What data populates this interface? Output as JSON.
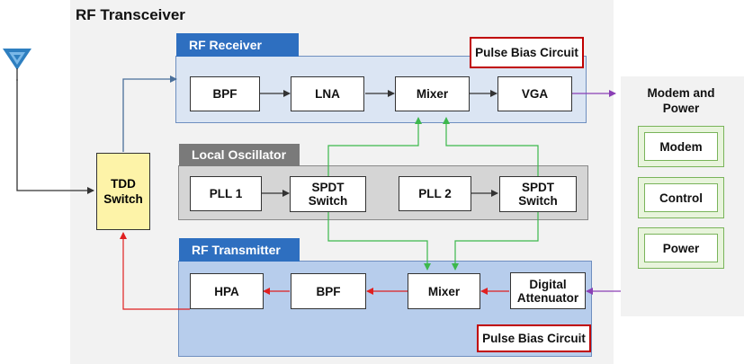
{
  "title": "RF Transceiver",
  "receiver": {
    "header": "RF Receiver",
    "pulse_bias": "Pulse Bias Circuit",
    "blocks": [
      "BPF",
      "LNA",
      "Mixer",
      "VGA"
    ]
  },
  "local_oscillator": {
    "header": "Local Oscillator",
    "pll1": "PLL 1",
    "switch1": "SPDT\nSwitch",
    "pll2": "PLL 2",
    "switch2": "SPDT\nSwitch"
  },
  "transmitter": {
    "header": "RF Transmitter",
    "pulse_bias": "Pulse Bias Circuit",
    "hpa": "HPA",
    "bpf": "BPF",
    "mixer": "Mixer",
    "attenuator": "Digital\nAttenuator"
  },
  "tdd_switch": "TDD\nSwitch",
  "modem_power": {
    "title": "Modem and\nPower",
    "items": [
      "Modem",
      "Control",
      "Power"
    ]
  },
  "colors": {
    "rx_header": "#2e6fc0",
    "lo_header": "#7a7a7a",
    "tx_header": "#2e6fc0",
    "tdd_fill": "#fdf3a8",
    "pulse_bias_border": "#c00000",
    "lo_wire": "#3cb84c",
    "tx_wire": "#e02020",
    "modem_wire": "#8a3fb5",
    "rx_wire": "#4a6f9a"
  },
  "icons": {
    "antenna": "antenna-icon"
  }
}
